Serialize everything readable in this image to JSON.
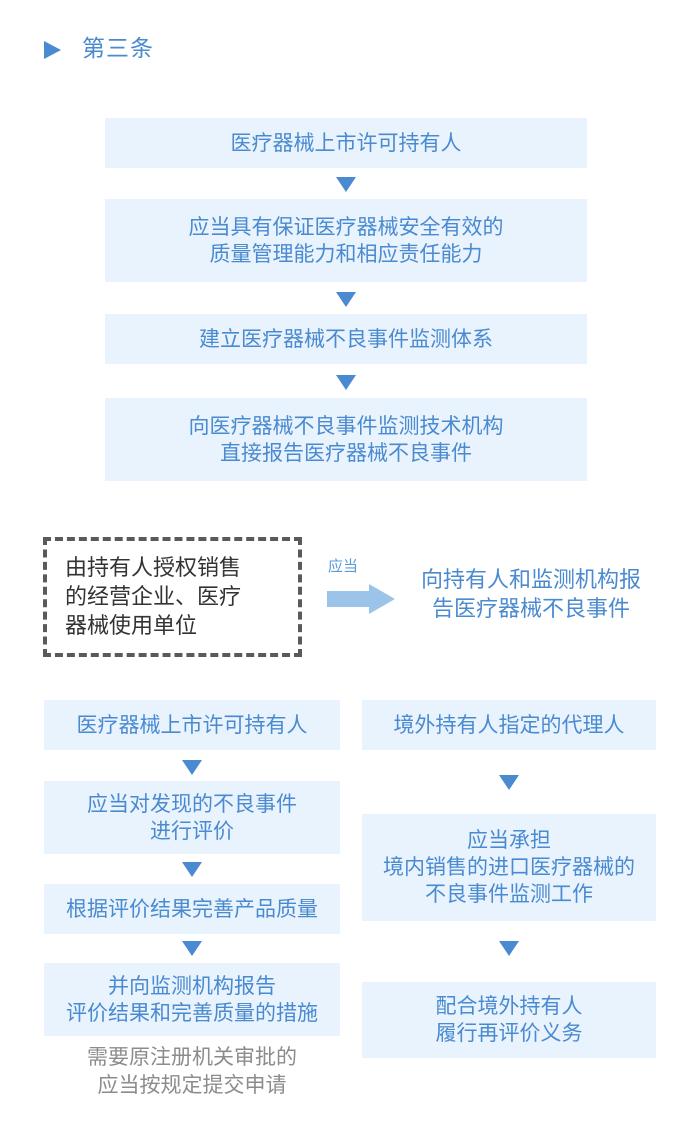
{
  "header": {
    "icon": "play-triangle-icon",
    "title": "第三条"
  },
  "main_flow": {
    "steps": [
      {
        "text": "医疗器械上市许可持有人"
      },
      {
        "text": "应当具有保证医疗器械安全有效的\n质量管理能力和相应责任能力"
      },
      {
        "text": "建立医疗器械不良事件监测体系"
      },
      {
        "text": "向医疗器械不良事件监测技术机构\n直接报告医疗器械不良事件"
      }
    ],
    "connector_icon": "arrow-down-triangle-icon"
  },
  "delegation": {
    "source": "由持有人授权销售\n的经营企业、医疗\n器械使用单位",
    "arrow_label": "应当",
    "arrow_icon": "arrow-right-icon",
    "target": "向持有人和监测机构报\n告医疗器械不良事件"
  },
  "left_flow": {
    "steps": [
      {
        "text": "医疗器械上市许可持有人"
      },
      {
        "text": "应当对发现的不良事件\n进行评价"
      },
      {
        "text": "根据评价结果完善产品质量"
      },
      {
        "text": "并向监测机构报告\n评价结果和完善质量的措施"
      }
    ],
    "note": "需要原注册机关审批的\n应当按规定提交申请"
  },
  "right_flow": {
    "steps": [
      {
        "text": "境外持有人指定的代理人"
      },
      {
        "text": "应当承担\n境内销售的进口医疗器械的\n不良事件监测工作"
      },
      {
        "text": "配合境外持有人\n履行再评价义务"
      }
    ]
  },
  "colors": {
    "accent": "#4a8ad0",
    "box_fill": "#e8f3fd",
    "arrow_light": "#9cc3e8",
    "dashed_border": "#5a5a5a",
    "note_text": "#8c8c8c"
  }
}
